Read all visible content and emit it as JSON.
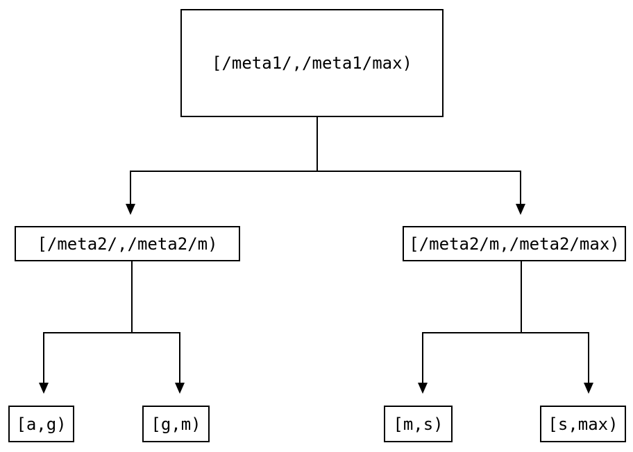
{
  "tree": {
    "root": {
      "label": "[/meta1/,/meta1/max)"
    },
    "children": [
      {
        "label": "[/meta2/,/meta2/m)"
      },
      {
        "label": "[/meta2/m,/meta2/max)"
      }
    ],
    "leaves": [
      {
        "label": "[a,g)"
      },
      {
        "label": "[g,m)"
      },
      {
        "label": "[m,s)"
      },
      {
        "label": "[s,max)"
      }
    ]
  },
  "colors": {
    "background": "#ffffff",
    "line": "#000000",
    "text": "#000000"
  }
}
